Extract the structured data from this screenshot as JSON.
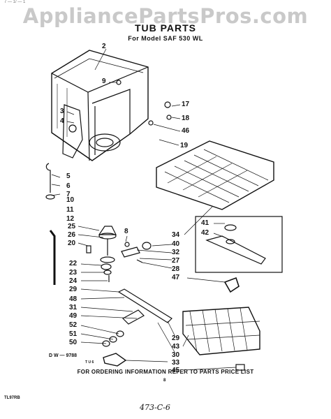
{
  "header": {
    "watermark": "AppliancePartsPros.com",
    "title": "TUB PARTS",
    "subtitle": "For Model SAF 530 WL",
    "top_mark": "7 — 1/ — 1"
  },
  "callouts": [
    {
      "id": "c2",
      "label": "2"
    },
    {
      "id": "c9",
      "label": "9"
    },
    {
      "id": "c17",
      "label": "17"
    },
    {
      "id": "c18",
      "label": "18"
    },
    {
      "id": "c46",
      "label": "46"
    },
    {
      "id": "c19",
      "label": "19"
    },
    {
      "id": "c3",
      "label": "3"
    },
    {
      "id": "c4",
      "label": "4"
    },
    {
      "id": "c5",
      "label": "5"
    },
    {
      "id": "c6",
      "label": "6"
    },
    {
      "id": "c7",
      "label": "7"
    },
    {
      "id": "c10",
      "label": "10"
    },
    {
      "id": "c11",
      "label": "11"
    },
    {
      "id": "c12",
      "label": "12"
    },
    {
      "id": "c25",
      "label": "25"
    },
    {
      "id": "c26",
      "label": "26"
    },
    {
      "id": "c20",
      "label": "20"
    },
    {
      "id": "c8",
      "label": "8"
    },
    {
      "id": "c34",
      "label": "34"
    },
    {
      "id": "c40",
      "label": "40"
    },
    {
      "id": "c32",
      "label": "32"
    },
    {
      "id": "c27",
      "label": "27"
    },
    {
      "id": "c28",
      "label": "28"
    },
    {
      "id": "c41",
      "label": "41"
    },
    {
      "id": "c42",
      "label": "42"
    },
    {
      "id": "c22",
      "label": "22"
    },
    {
      "id": "c23",
      "label": "23"
    },
    {
      "id": "c24",
      "label": "24"
    },
    {
      "id": "c47",
      "label": "47"
    },
    {
      "id": "c29a",
      "label": "29"
    },
    {
      "id": "c48",
      "label": "48"
    },
    {
      "id": "c31",
      "label": "31"
    },
    {
      "id": "c49",
      "label": "49"
    },
    {
      "id": "c52",
      "label": "52"
    },
    {
      "id": "c51",
      "label": "51"
    },
    {
      "id": "c50",
      "label": "50"
    },
    {
      "id": "c29b",
      "label": "29"
    },
    {
      "id": "c43",
      "label": "43"
    },
    {
      "id": "c30",
      "label": "30"
    },
    {
      "id": "c33",
      "label": "33"
    },
    {
      "id": "c45",
      "label": "45"
    }
  ],
  "footer": {
    "drawing_number": "D W — 9788",
    "drawing_sub": "T U 6",
    "ordering_note": "FOR ORDERING INFORMATION REFER TO PARTS PRICE LIST",
    "corner_code": "TL97RB",
    "page_mark": "8",
    "handwritten": "473-C-6"
  },
  "colors": {
    "ink": "#111111",
    "watermark": "#c9c9c9"
  }
}
